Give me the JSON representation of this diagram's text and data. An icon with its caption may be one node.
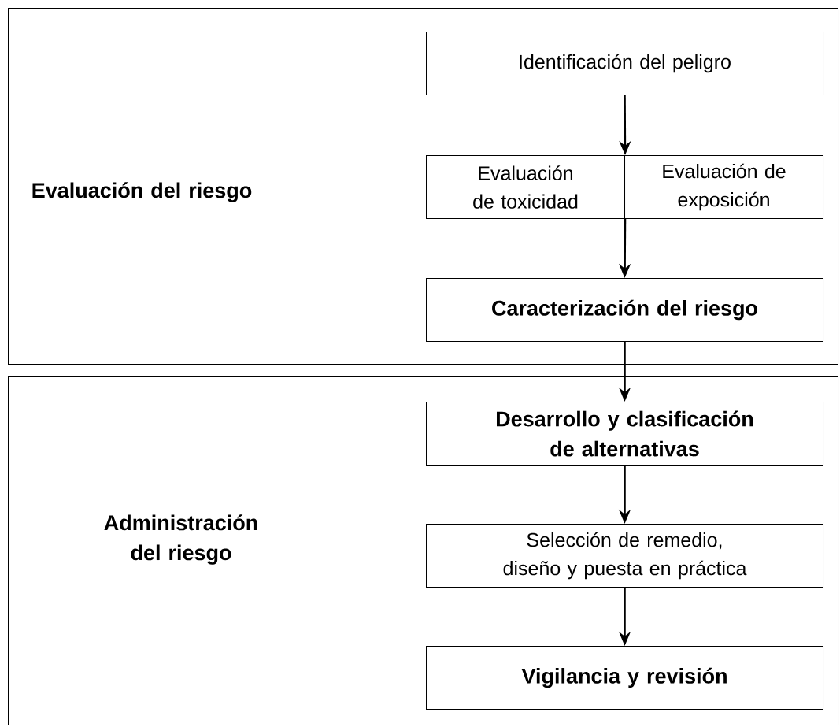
{
  "diagram": {
    "nodes": [
      {
        "text": [
          "Evaluación del riesgo"
        ]
      },
      {
        "text": [
          "Identificación del peligro"
        ],
        "in": 0
      },
      {
        "text": [
          "Evaluación de toxicidad"
        ],
        "in": 0
      },
      {
        "text": [
          "Evaluación de exposición"
        ],
        "in": 0
      },
      {
        "text": [
          "Caracterización del riesgo"
        ],
        "in": 0
      },
      {
        "text": [
          "Administración del riesgo"
        ]
      },
      {
        "text": [
          "Desarrollo y clasificación de alternativas"
        ],
        "in": 5
      },
      {
        "text": [
          "Selección de remedio, diseño y puesta en práctica"
        ],
        "in": 5
      },
      {
        "text": [
          "Vigilancia y revisión"
        ],
        "in": 5
      }
    ],
    "edges": [
      {
        "from": 1,
        "to": 2,
        "arrow": "to"
      },
      {
        "from": 1,
        "to": 3,
        "arrow": "to"
      },
      {
        "from": 2,
        "to": 4,
        "arrow": "to"
      },
      {
        "from": 3,
        "to": 4,
        "arrow": "to"
      },
      {
        "from": 4,
        "to": 6,
        "arrow": "to"
      },
      {
        "from": 6,
        "to": 7,
        "arrow": "to"
      },
      {
        "from": 7,
        "to": 8,
        "arrow": "to"
      }
    ]
  }
}
